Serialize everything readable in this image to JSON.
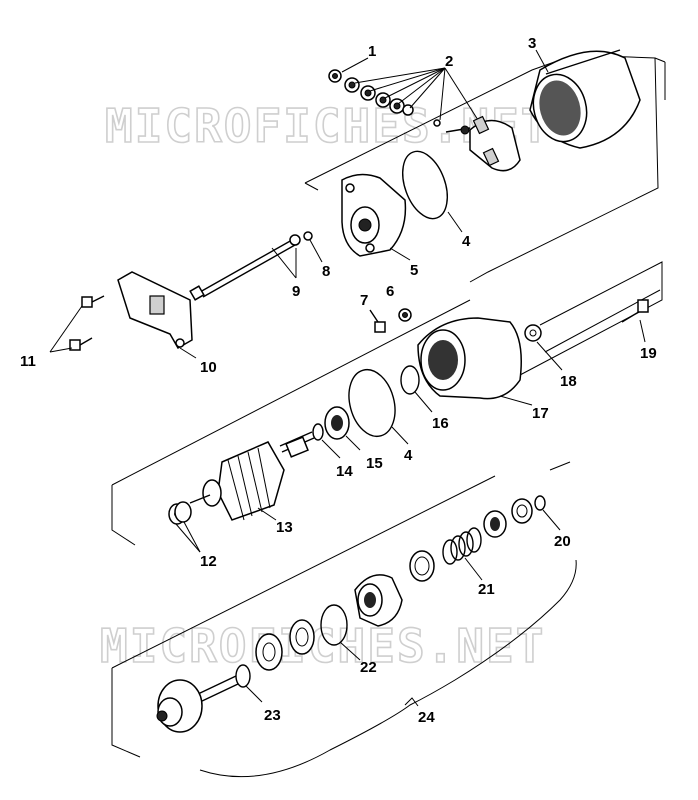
{
  "watermark": {
    "top_text": "MICROFICHES.NET",
    "bottom_text": "MICROFICHES.NET"
  },
  "callouts": {
    "c1": "1",
    "c2": "2",
    "c3": "3",
    "c4a": "4",
    "c4b": "4",
    "c5": "5",
    "c6": "6",
    "c7": "7",
    "c8": "8",
    "c9": "9",
    "c10": "10",
    "c11": "11",
    "c12": "12",
    "c13": "13",
    "c14": "14",
    "c15": "15",
    "c16": "16",
    "c17": "17",
    "c18": "18",
    "c19": "19",
    "c20": "20",
    "c21": "21",
    "c22": "22",
    "c23": "23",
    "c24": "24"
  }
}
